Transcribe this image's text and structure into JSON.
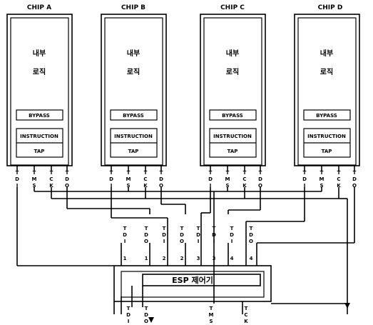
{
  "chips": [
    {
      "title": "CHIP A",
      "logic1": "내부",
      "logic2": "로직",
      "bypass": "BYPASS",
      "instruction": "INSTRUCTION",
      "tap": "TAP",
      "pins": [
        {
          "c1": "T",
          "c2": "D",
          "c3": "I"
        },
        {
          "c1": "T",
          "c2": "M",
          "c3": "S"
        },
        {
          "c1": "T",
          "c2": "C",
          "c3": "K"
        },
        {
          "c1": "T",
          "c2": "D",
          "c3": "O"
        }
      ]
    },
    {
      "title": "CHIP B",
      "logic1": "내부",
      "logic2": "로직",
      "bypass": "BYPASS",
      "instruction": "INSTRUCTION",
      "tap": "TAP",
      "pins": [
        {
          "c1": "T",
          "c2": "D",
          "c3": "I"
        },
        {
          "c1": "T",
          "c2": "M",
          "c3": "S"
        },
        {
          "c1": "T",
          "c2": "C",
          "c3": "K"
        },
        {
          "c1": "T",
          "c2": "D",
          "c3": "O"
        }
      ]
    },
    {
      "title": "CHIP C",
      "logic1": "내부",
      "logic2": "로직",
      "bypass": "BYPASS",
      "instruction": "INSTRUCTION",
      "tap": "TAP",
      "pins": [
        {
          "c1": "T",
          "c2": "D",
          "c3": "I"
        },
        {
          "c1": "T",
          "c2": "M",
          "c3": "S"
        },
        {
          "c1": "T",
          "c2": "C",
          "c3": "K"
        },
        {
          "c1": "T",
          "c2": "D",
          "c3": "O"
        }
      ]
    },
    {
      "title": "CHIP D",
      "logic1": "내부",
      "logic2": "로직",
      "bypass": "BYPASS",
      "instruction": "INSTRUCTION",
      "tap": "TAP",
      "pins": [
        {
          "c1": "T",
          "c2": "D",
          "c3": "I"
        },
        {
          "c1": "T",
          "c2": "M",
          "c3": "S"
        },
        {
          "c1": "T",
          "c2": "C",
          "c3": "K"
        },
        {
          "c1": "T",
          "c2": "D",
          "c3": "O"
        }
      ]
    }
  ],
  "esp": {
    "label": "ESP 제어기",
    "ports": [
      {
        "c1": "T",
        "c2": "D",
        "c3": "I",
        "num": "1"
      },
      {
        "c1": "T",
        "c2": "D",
        "c3": "O",
        "num": "1"
      },
      {
        "c1": "T",
        "c2": "D",
        "c3": "I",
        "num": "2"
      },
      {
        "c1": "T",
        "c2": "D",
        "c3": "O",
        "num": "2"
      },
      {
        "c1": "T",
        "c2": "D",
        "c3": "I",
        "num": "3"
      },
      {
        "c1": "T",
        "c2": "D",
        "c3": "I",
        "num": "3"
      },
      {
        "c1": "T",
        "c2": "D",
        "c3": "I",
        "num": "4"
      },
      {
        "c1": "T",
        "c2": "D",
        "c3": "O",
        "num": "4"
      }
    ],
    "bottom_pins": [
      {
        "c1": "T",
        "c2": "D",
        "c3": "I"
      },
      {
        "c1": "T",
        "c2": "D",
        "c3": "O"
      },
      {
        "c1": "T",
        "c2": "M",
        "c3": "S"
      },
      {
        "c1": "T",
        "c2": "C",
        "c3": "K"
      }
    ]
  }
}
